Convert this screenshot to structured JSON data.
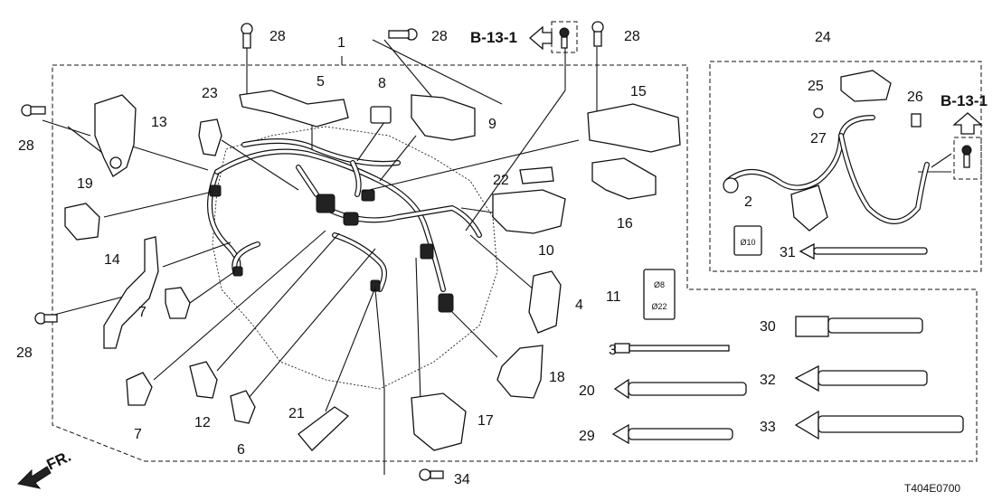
{
  "diagram": {
    "code": "T404E0700",
    "direction_label": "FR.",
    "ref_arrow_left": "B-13-1",
    "ref_arrow_right": "B-13-1",
    "size_labels": {
      "part2": "Ø10",
      "part11_top": "Ø8",
      "part11_bottom": "Ø22"
    },
    "callouts": {
      "n1": "1",
      "n2": "2",
      "n3": "3",
      "n4": "4",
      "n5": "5",
      "n6": "6",
      "n7a": "7",
      "n7b": "7",
      "n8": "8",
      "n9": "9",
      "n10": "10",
      "n11": "11",
      "n12": "12",
      "n13": "13",
      "n14": "14",
      "n15": "15",
      "n16": "16",
      "n17": "17",
      "n18": "18",
      "n19": "19",
      "n20": "20",
      "n21": "21",
      "n22": "22",
      "n23": "23",
      "n24": "24",
      "n25": "25",
      "n26": "26",
      "n27": "27",
      "n28a": "28",
      "n28b": "28",
      "n28c": "28",
      "n28d": "28",
      "n28e": "28",
      "n29": "29",
      "n30": "30",
      "n31": "31",
      "n32": "32",
      "n33": "33",
      "n34": "34"
    }
  }
}
